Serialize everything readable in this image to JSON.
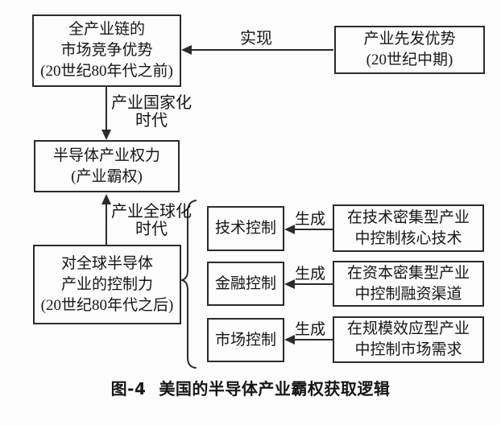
{
  "diagram": {
    "full_chain_box": [
      "全产业链的",
      "市场竞争优势",
      "(20世纪80年代之前)"
    ],
    "first_mover_box": [
      "产业先发优势",
      "(20世纪中期)"
    ],
    "realize_label": "实现",
    "nationalization_label": [
      "产业国家化",
      "时代"
    ],
    "power_box": [
      "半导体产业权力",
      "(产业霸权)"
    ],
    "globalization_label": [
      "产业全球化",
      "时代"
    ],
    "control_box": [
      "对全球半导体",
      "产业的控制力",
      "(20世纪80年代之后)"
    ],
    "rows": [
      {
        "control": "技术控制",
        "arrow_label": "生成",
        "source": [
          "在技术密集型产业",
          "中控制核心技术"
        ]
      },
      {
        "control": "金融控制",
        "arrow_label": "生成",
        "source": [
          "在资本密集型产业",
          "中控制融资渠道"
        ]
      },
      {
        "control": "市场控制",
        "arrow_label": "生成",
        "source": [
          "在规模效应型产业",
          "中控制市场需求"
        ]
      }
    ]
  },
  "caption": {
    "label": "图-4",
    "title": "美国的半导体产业霸权获取逻辑"
  },
  "colors": {
    "line": "#2b2b2b",
    "text": "#151515",
    "background": "#fdfdfd"
  }
}
